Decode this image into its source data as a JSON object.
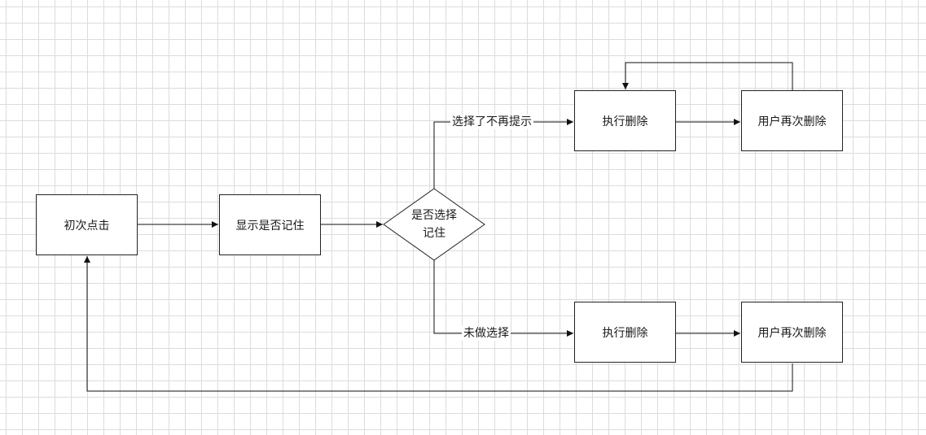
{
  "nodes": {
    "first_click": "初次点击",
    "show_remember": "显示是否记住",
    "decision_line1": "是否选择",
    "decision_line2": "记住",
    "delete_top": "执行删除",
    "user_delete_top": "用户再次删除",
    "delete_bottom": "执行删除",
    "user_delete_bottom": "用户再次删除"
  },
  "edges": {
    "chose_no_prompt": "选择了不再提示",
    "no_choice": "未做选择"
  }
}
